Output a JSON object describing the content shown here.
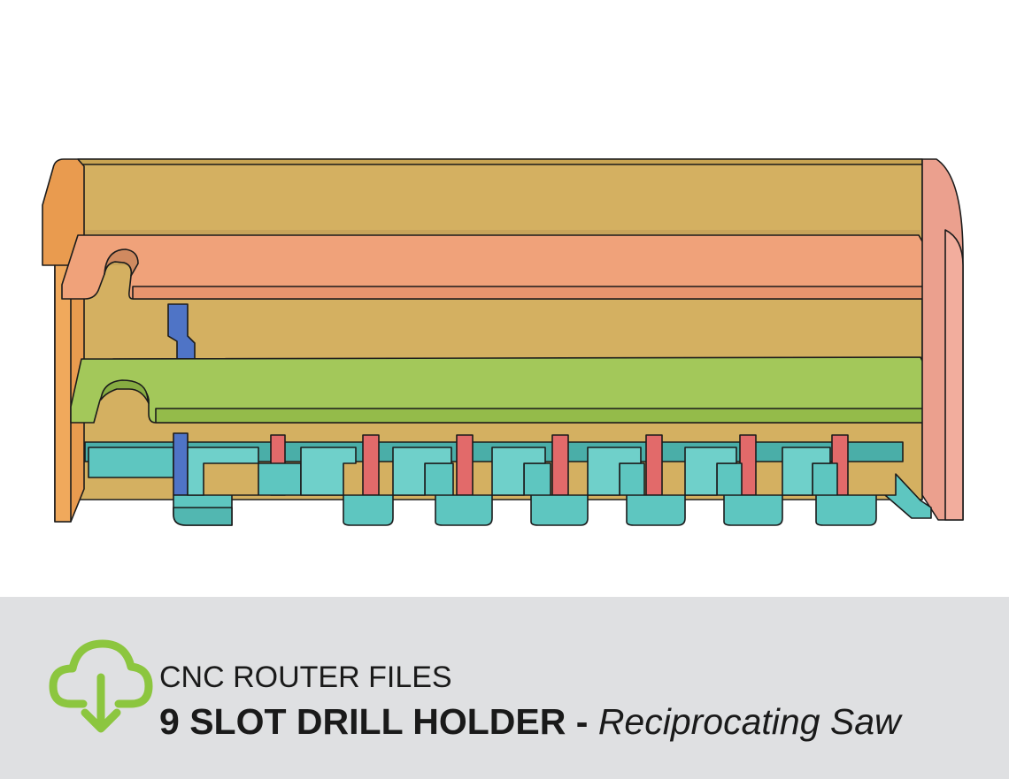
{
  "banner": {
    "subtitle": "CNC ROUTER FILES",
    "title_main": "9 SLOT DRILL HOLDER",
    "title_separator": " - ",
    "title_variant": "Reciprocating Saw",
    "icon": "cloud-download-icon"
  },
  "colors": {
    "back_panel": "#d4b061",
    "left_side": "#e99b4f",
    "right_side": "#eba08e",
    "top_shelf": "#f0a27a",
    "middle_shelf": "#a3c85a",
    "bottom_rack": "#5ec6c0",
    "dividers": "#e26a6a",
    "support": "#4f74c6",
    "banner_background": "#dfe0e2",
    "icon_green": "#8cc63f"
  }
}
